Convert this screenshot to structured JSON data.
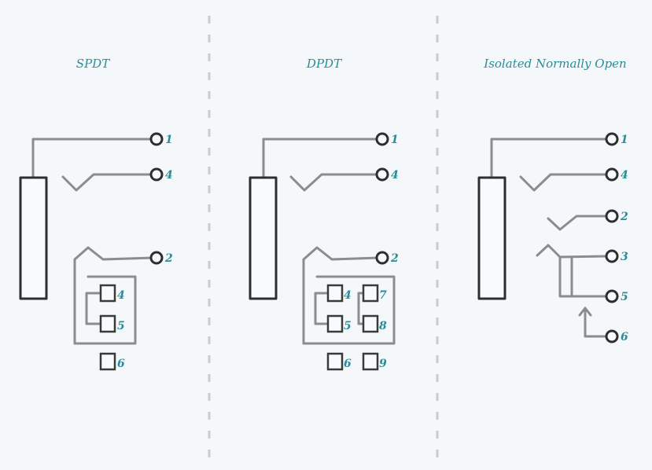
{
  "panels": [
    {
      "title": "SPDT",
      "terminal_labels": [
        "1",
        "4",
        "2"
      ],
      "pin_labels": [
        "4",
        "5",
        "6"
      ]
    },
    {
      "title": "DPDT",
      "terminal_labels": [
        "1",
        "4",
        "2"
      ],
      "pin_labels": [
        "4",
        "5",
        "6",
        "7",
        "8",
        "9"
      ]
    },
    {
      "title": "Isolated Normally Open",
      "terminal_labels": [
        "1",
        "4",
        "2",
        "3",
        "5",
        "6"
      ]
    }
  ],
  "colors": {
    "label": "#2a8c97",
    "wire": "#8c8c8c",
    "outline": "#2e2e2e"
  }
}
